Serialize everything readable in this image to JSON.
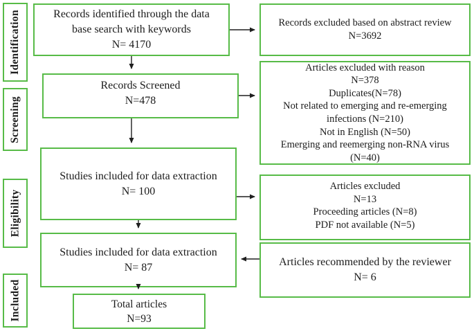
{
  "colors": {
    "box_border_green": "#57bb47",
    "text": "#1b1b1b",
    "arrow": "#1f1f1f",
    "background": "#ffffff"
  },
  "stage_labels": [
    {
      "label": "Identification"
    },
    {
      "label": "Screening"
    },
    {
      "label": "Eligibility"
    },
    {
      "label": "Included"
    }
  ],
  "main_boxes": [
    {
      "name": "records-identified",
      "text": "Records identified through the data\nbase search with keywords\nN= 4170"
    },
    {
      "name": "records-screened",
      "text": "Records Screened\nN=478"
    },
    {
      "name": "studies-included-100",
      "text": "Studies included for data extraction\nN= 100"
    },
    {
      "name": "studies-included-87",
      "text": "Studies included for data extraction\nN= 87"
    },
    {
      "name": "total-articles",
      "text": "Total articles\nN=93"
    }
  ],
  "side_boxes": [
    {
      "name": "records-excluded-abstract-review",
      "text": "Records excluded based on abstract review\nN=3692"
    },
    {
      "name": "articles-excluded-with-reason",
      "text": "Articles excluded with reason\nN=378\nDuplicates(N=78)\nNot related to emerging and re-emerging\ninfections (N=210)\nNot in English (N=50)\nEmerging and reemerging non-RNA virus\n(N=40)"
    },
    {
      "name": "articles-excluded",
      "text": "Articles excluded\nN=13\nProceeding articles (N=8)\nPDF not available (N=5)"
    },
    {
      "name": "articles-recommended-by-reviewer",
      "text": "Articles recommended by the reviewer\nN= 6"
    }
  ]
}
